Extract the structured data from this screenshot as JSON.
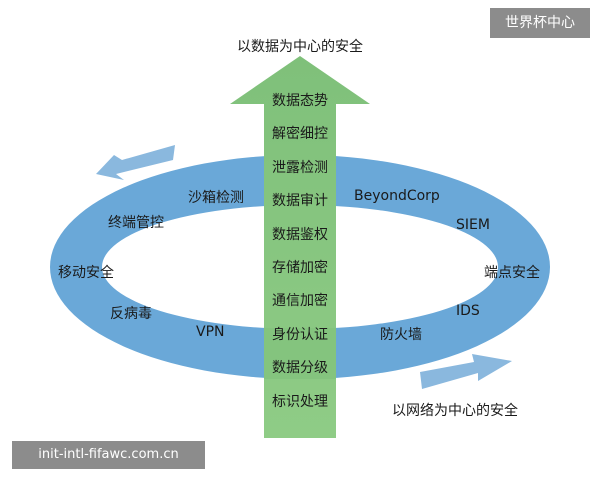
{
  "watermark": {
    "brand": "世界杯中心",
    "url": "init-intl-fifawc.com.cn"
  },
  "captions": {
    "data_centric": "以数据为中心的安全",
    "network_centric": "以网络为中心的安全"
  },
  "ring_labels_left": [
    "沙箱检测",
    "终端管控",
    "移动安全",
    "反病毒",
    "VPN"
  ],
  "ring_labels_right": [
    "BeyondCorp",
    "SIEM",
    "端点安全",
    "IDS",
    "防火墙"
  ],
  "data_stack": [
    "数据态势",
    "解密细控",
    "泄露检测",
    "数据审计",
    "数据鉴权",
    "存储加密",
    "通信加密",
    "身份认证",
    "数据分级",
    "标识处理"
  ],
  "colors": {
    "ring": "#6aa8d8",
    "arrow": "#7fc07a",
    "small_arrow": "#8ab8de"
  }
}
